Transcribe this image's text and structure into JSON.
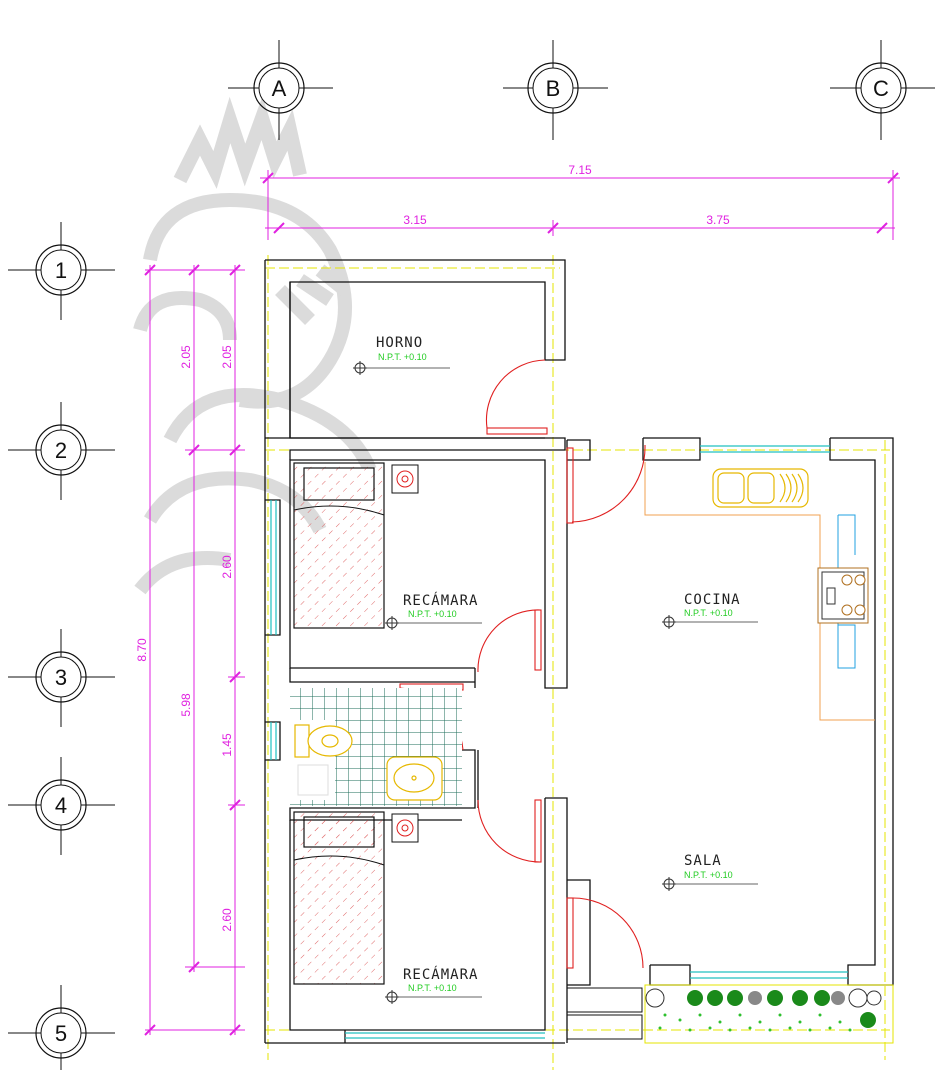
{
  "grid_axes": {
    "columns": [
      "A",
      "B",
      "C"
    ],
    "rows": [
      "1",
      "2",
      "3",
      "4",
      "5"
    ]
  },
  "dimensions": {
    "overall_width": "7.15",
    "width_left": "3.15",
    "width_right": "3.75",
    "overall_depth": "8.70",
    "depth_partial": "5.98",
    "horno_depth_outer": "2.05",
    "horno_depth_inner": "2.05",
    "bedroom_top_depth": "2.60",
    "bath_depth": "1.45",
    "bedroom_bottom_depth": "2.60"
  },
  "rooms": {
    "horno": {
      "name": "HORNO",
      "level": "N.P.T. +0.10"
    },
    "recamara_top": {
      "name": "RECÁMARA",
      "level": "N.P.T. +0.10"
    },
    "cocina": {
      "name": "COCINA",
      "level": "N.P.T. +0.10"
    },
    "sala": {
      "name": "SALA",
      "level": "N.P.T. +0.10"
    },
    "recamara_bottom": {
      "name": "RECÁMARA",
      "level": "N.P.T. +0.10"
    }
  },
  "colors": {
    "walls": "#111111",
    "dimensions": "#e022e0",
    "axes": "#e6e600",
    "doors": "#e02020",
    "level_text": "#22cc22",
    "fixtures": "#e6b800",
    "windows": "#20c0c0",
    "watermark": "#c8c8c8"
  }
}
